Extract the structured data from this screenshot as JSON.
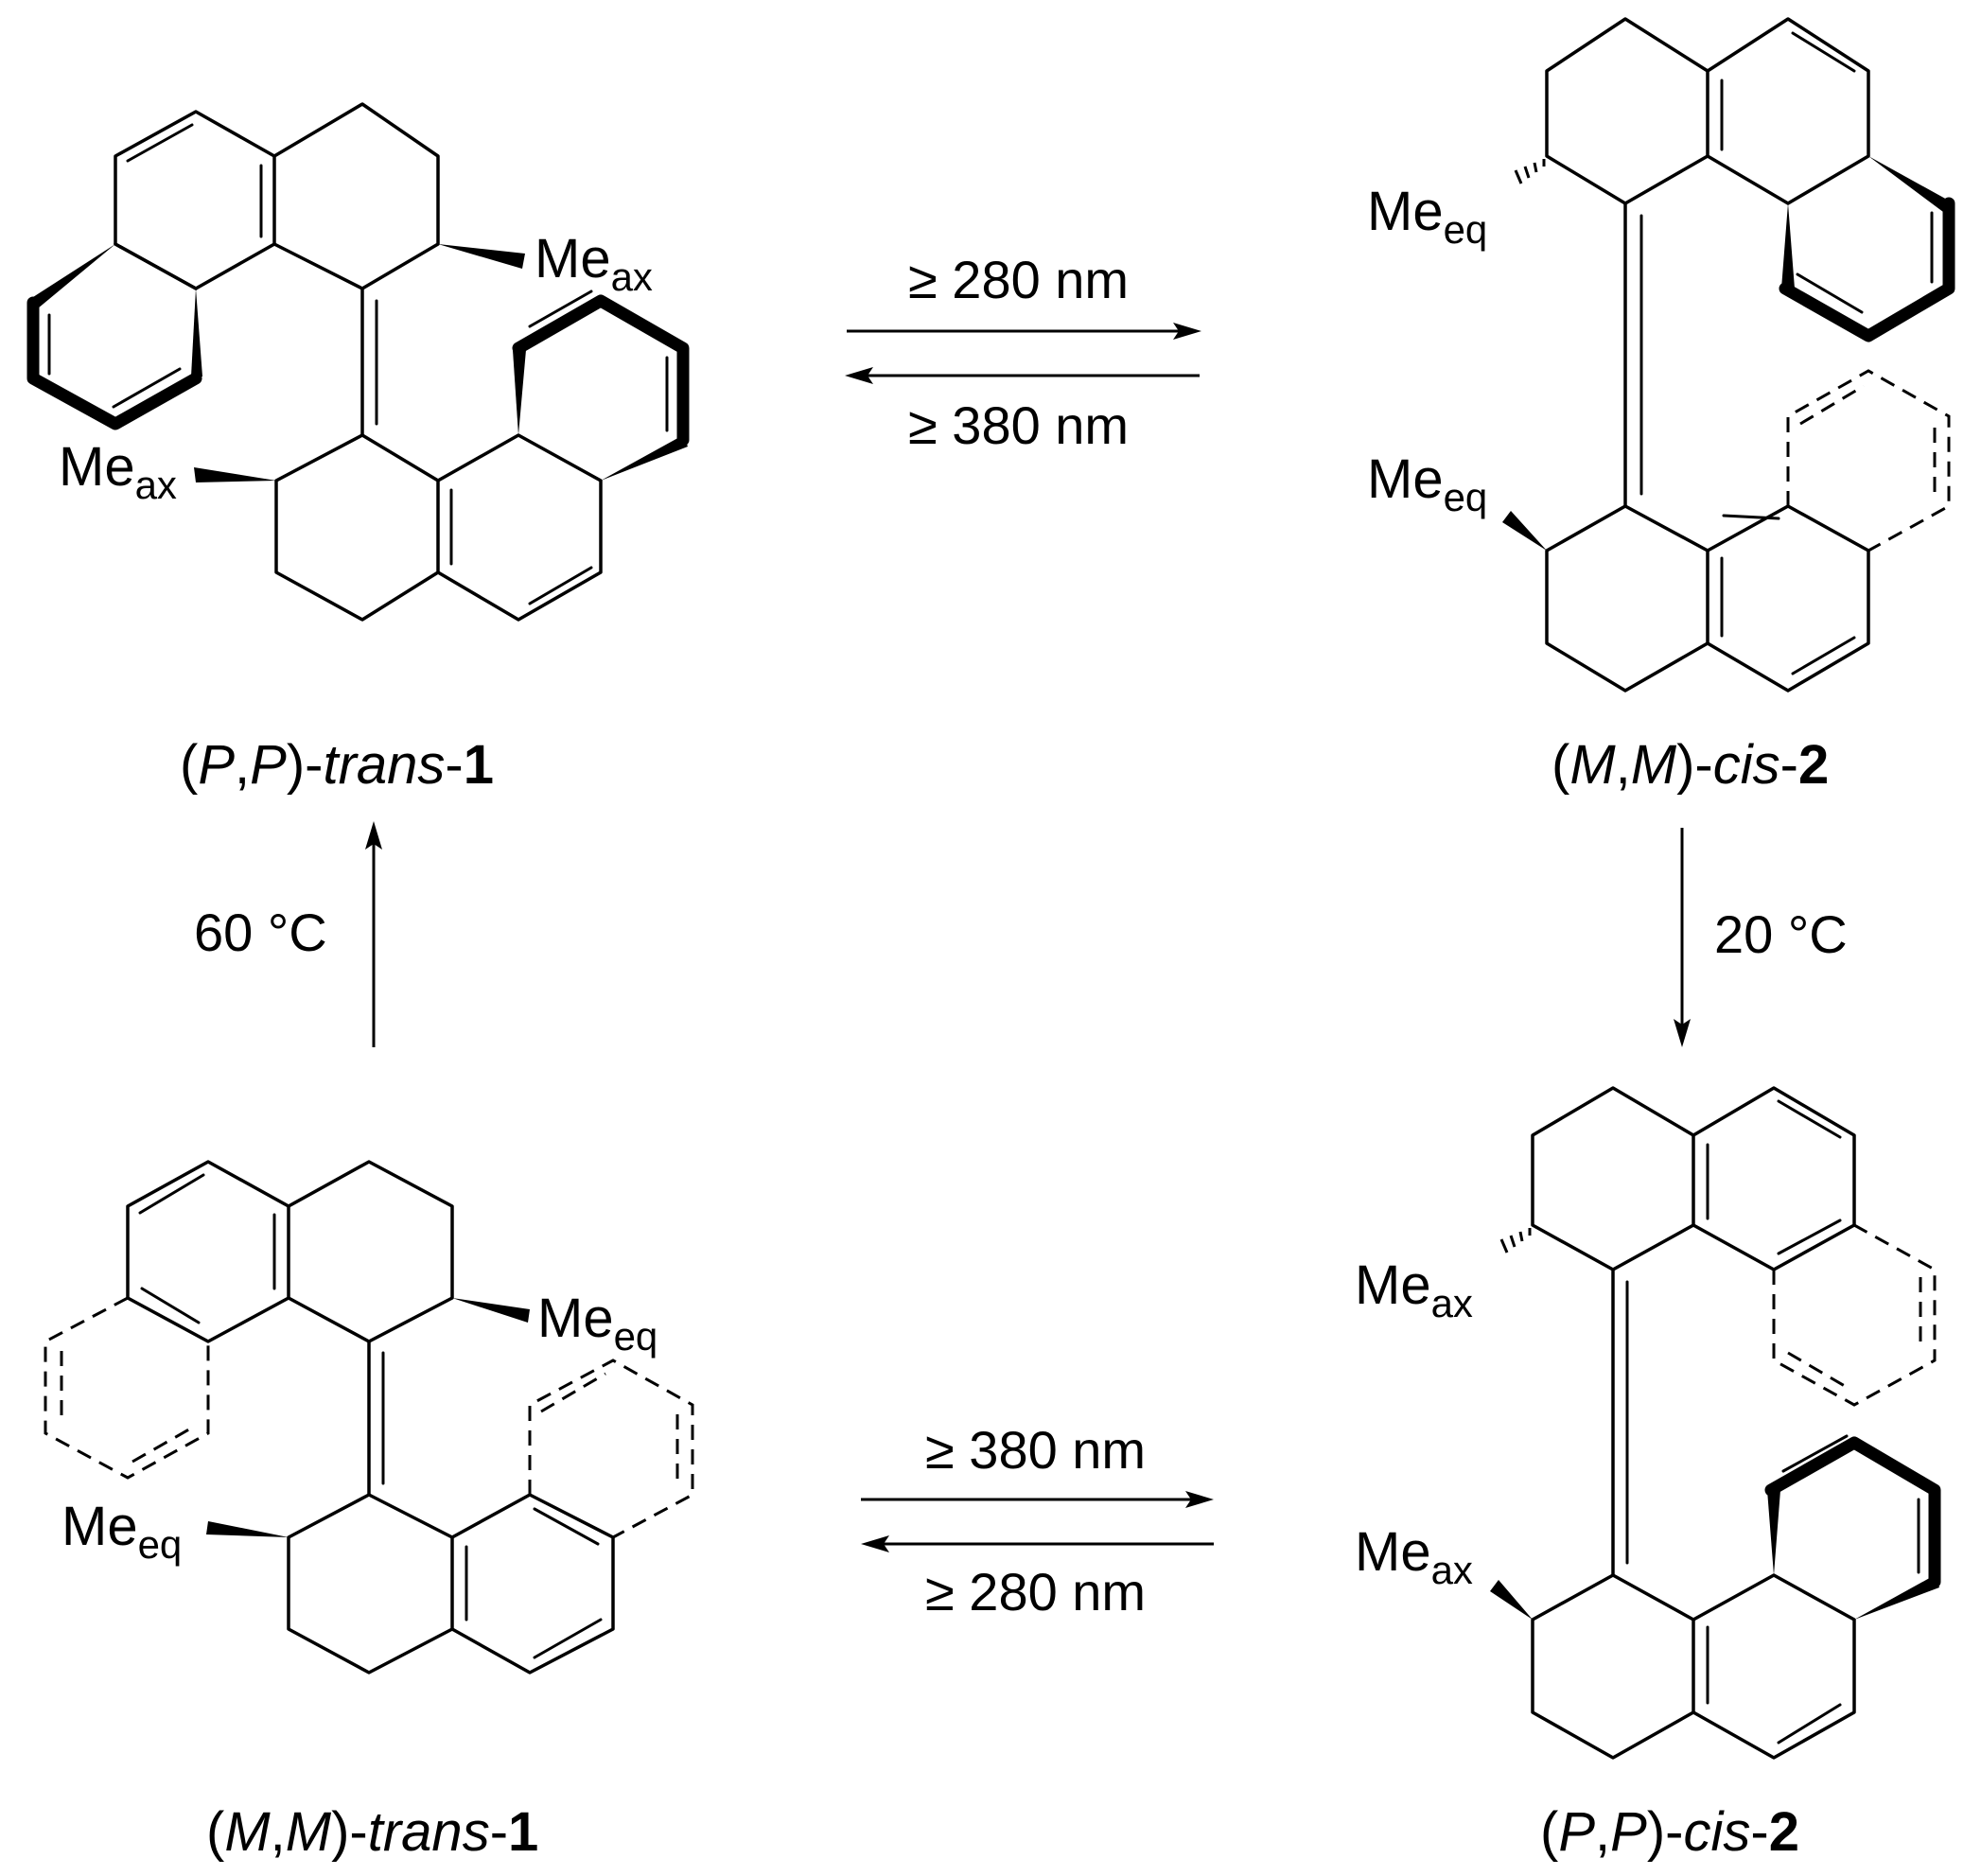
{
  "compounds": [
    {
      "id": "pp-trans-1",
      "pre": "(",
      "d1": "P",
      "comma": ",",
      "d2": "P",
      "mid": ")-",
      "iso": "trans",
      "dash": "-",
      "num": "1"
    },
    {
      "id": "mm-cis-2",
      "pre": "(",
      "d1": "M",
      "comma": ",",
      "d2": "M",
      "mid": ")-",
      "iso": "cis",
      "dash": "-",
      "num": "2"
    },
    {
      "id": "mm-trans-1",
      "pre": "(",
      "d1": "M",
      "comma": ",",
      "d2": "M",
      "mid": ")-",
      "iso": "trans",
      "dash": "-",
      "num": "1"
    },
    {
      "id": "pp-cis-2",
      "pre": "(",
      "d1": "P",
      "comma": ",",
      "d2": "P",
      "mid": ")-",
      "iso": "cis",
      "dash": "-",
      "num": "2"
    }
  ],
  "conditions": {
    "top_forward": "≥ 280 nm",
    "top_reverse": "≥ 380 nm",
    "bottom_forward": "≥ 380 nm",
    "bottom_reverse": "≥ 280 nm",
    "left_thermal": "60 °C",
    "right_thermal": "20 °C"
  },
  "substituents": {
    "me": "Me",
    "axial": "ax",
    "equatorial": "eq"
  }
}
